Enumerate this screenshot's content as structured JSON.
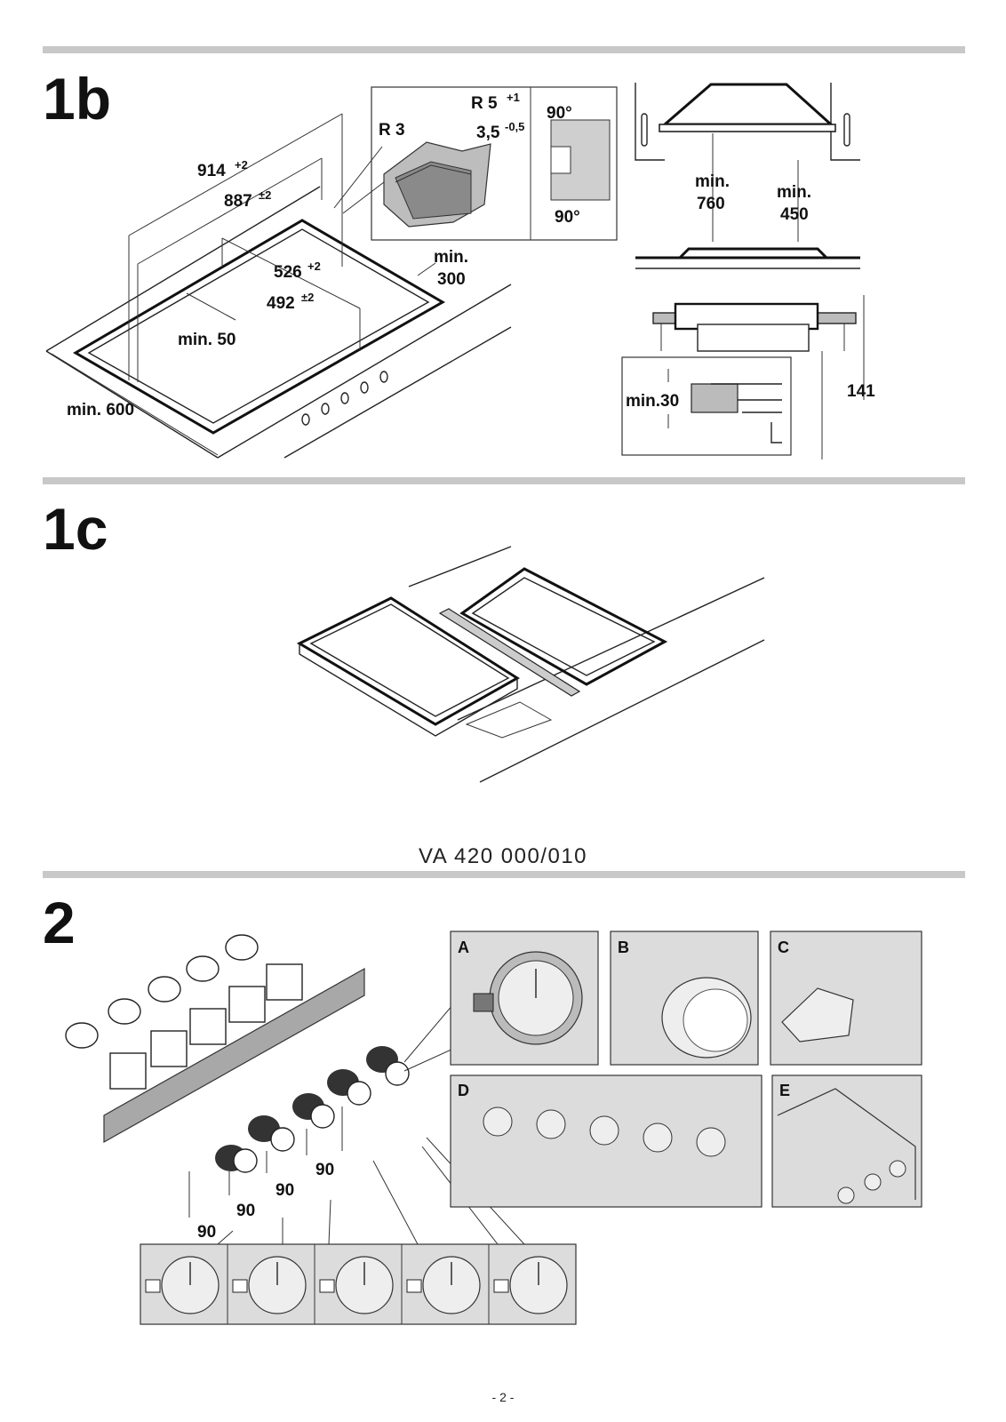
{
  "sections": {
    "s1b": {
      "label": "1b"
    },
    "s1c": {
      "label": "1c"
    },
    "s2": {
      "label": "2"
    }
  },
  "figure_1b": {
    "dims": {
      "d914": "914",
      "d914_tol": "+2",
      "d887": "887",
      "d887_tol": "±2",
      "d526": "526",
      "d526_tol": "+2",
      "d492": "492",
      "d492_tol": "±2",
      "min50": "min. 50",
      "min600": "min. 600",
      "min300_a": "min.",
      "min300_b": "300",
      "r3": "R 3",
      "r5": "R 5",
      "r5_tol": "+1",
      "d35": "3,5",
      "d35_tol": "-0,5",
      "deg_top": "90°",
      "deg_bot": "90°",
      "min760_a": "min.",
      "min760_b": "760",
      "min450_a": "min.",
      "min450_b": "450",
      "min30": "min.30",
      "d141": "141"
    }
  },
  "figure_1c": {
    "model": "VA 420 000/010"
  },
  "figure_2": {
    "angles": [
      "90",
      "90",
      "90",
      "90"
    ],
    "panels": [
      "A",
      "B",
      "C",
      "D",
      "E"
    ]
  },
  "footer": {
    "page_number": "- 2 -"
  }
}
